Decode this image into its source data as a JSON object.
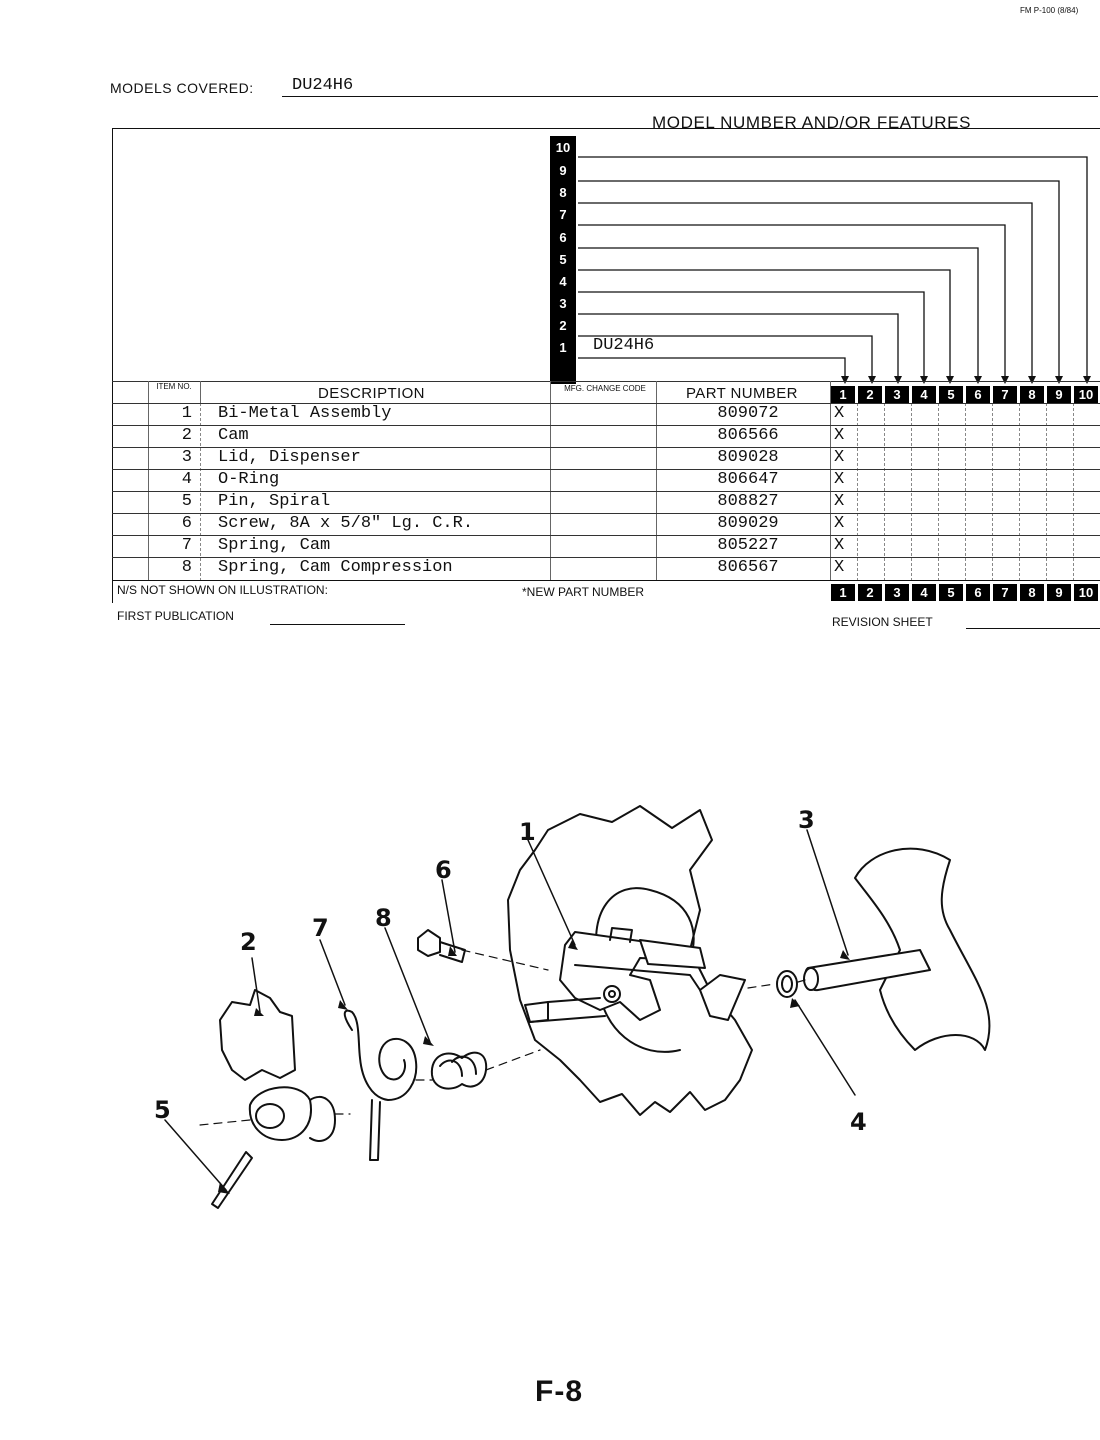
{
  "form_code": "FM P-100 (8/84)",
  "models_covered": {
    "label": "MODELS COVERED:",
    "value": "DU24H6"
  },
  "features_heading": "MODEL NUMBER AND/OR FEATURES",
  "feature_numbers": [
    "10",
    "9",
    "8",
    "7",
    "6",
    "5",
    "4",
    "3",
    "2",
    "1"
  ],
  "model_column_1": "DU24H6",
  "table": {
    "headers": {
      "item_no": "ITEM NO.",
      "description": "DESCRIPTION",
      "mfg_change_code": "MFG. CHANGE CODE",
      "part_number": "PART NUMBER"
    },
    "column_numbers": [
      "1",
      "2",
      "3",
      "4",
      "5",
      "6",
      "7",
      "8",
      "9",
      "10"
    ],
    "rows": [
      {
        "item": "1",
        "description": "Bi-Metal Assembly",
        "part_number": "809072",
        "mark": "X"
      },
      {
        "item": "2",
        "description": "Cam",
        "part_number": "806566",
        "mark": "X"
      },
      {
        "item": "3",
        "description": "Lid, Dispenser",
        "part_number": "809028",
        "mark": "X"
      },
      {
        "item": "4",
        "description": "O-Ring",
        "part_number": "806647",
        "mark": "X"
      },
      {
        "item": "5",
        "description": "Pin, Spiral",
        "part_number": "808827",
        "mark": "X"
      },
      {
        "item": "6",
        "description": "Screw, 8A x 5/8\" Lg. C.R.",
        "part_number": "809029",
        "mark": "X"
      },
      {
        "item": "7",
        "description": "Spring, Cam",
        "part_number": "805227",
        "mark": "X"
      },
      {
        "item": "8",
        "description": "Spring, Cam Compression",
        "part_number": "806567",
        "mark": "X"
      }
    ]
  },
  "footer": {
    "ns_label": "N/S NOT SHOWN ON ILLUSTRATION:",
    "new_part": "*NEW PART NUMBER",
    "first_publication": "FIRST PUBLICATION",
    "revision_sheet": "REVISION SHEET"
  },
  "illustration": {
    "callouts": [
      "1",
      "2",
      "3",
      "4",
      "5",
      "6",
      "7",
      "8"
    ]
  },
  "page_number": "F-8"
}
